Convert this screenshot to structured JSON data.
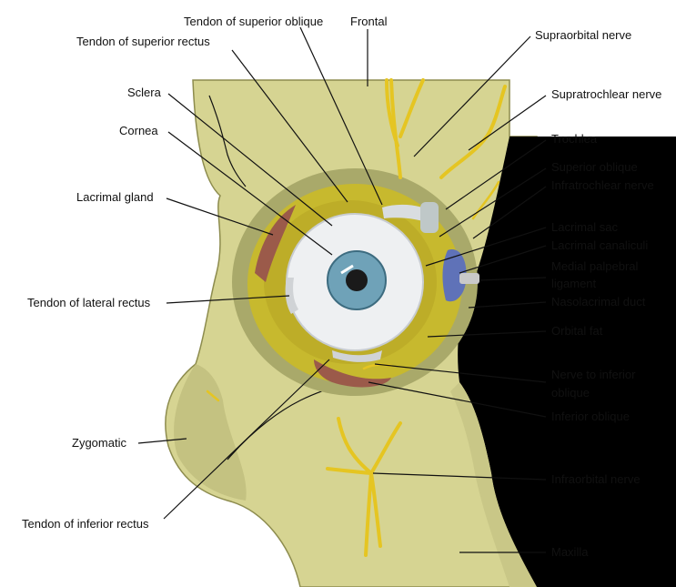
{
  "colors": {
    "bone": "#d6d492",
    "bone_shadow": "#a9a96a",
    "orbit_fat": "#c7b92e",
    "sclera": "#eef0f2",
    "iris": "#6fa2b8",
    "pupil": "#1a1a1a",
    "nerve": "#e5c522",
    "cavity": "#000000",
    "muscle": "#9b5a4a",
    "lacrimal_sac": "#5f72b8"
  },
  "labels": {
    "tendon_superior_oblique": "Tendon of superior oblique",
    "frontal": "Frontal",
    "tendon_superior_rectus": "Tendon of superior rectus",
    "supraorbital_nerve": "Supraorbital nerve",
    "supratrochlear_nerve": "Supratrochlear nerve",
    "sclera": "Sclera",
    "cornea": "Cornea",
    "trochlea": "Trochlea",
    "superior_oblique": "Superior oblique",
    "infratrochlear_nerve": "Infratrochlear nerve",
    "lacrimal_gland": "Lacrimal gland",
    "lacrimal_sac": "Lacrimal sac",
    "lacrimal_canaliculi": "Lacrimal canaliculi",
    "medial_palpebral_1": "Medial palpebral",
    "medial_palpebral_2": "ligament",
    "tendon_lateral_rectus": "Tendon of lateral rectus",
    "nasolacrimal_duct": "Nasolacrimal duct",
    "orbital_fat": "Orbital fat",
    "nerve_inferior_oblique_1": "Nerve to inferior",
    "nerve_inferior_oblique_2": "oblique",
    "inferior_oblique": "Inferior oblique",
    "zygomatic": "Zygomatic",
    "infraorbital_nerve": "Infraorbital nerve",
    "tendon_inferior_rectus": "Tendon of inferior rectus",
    "maxilla": "Maxilla"
  }
}
